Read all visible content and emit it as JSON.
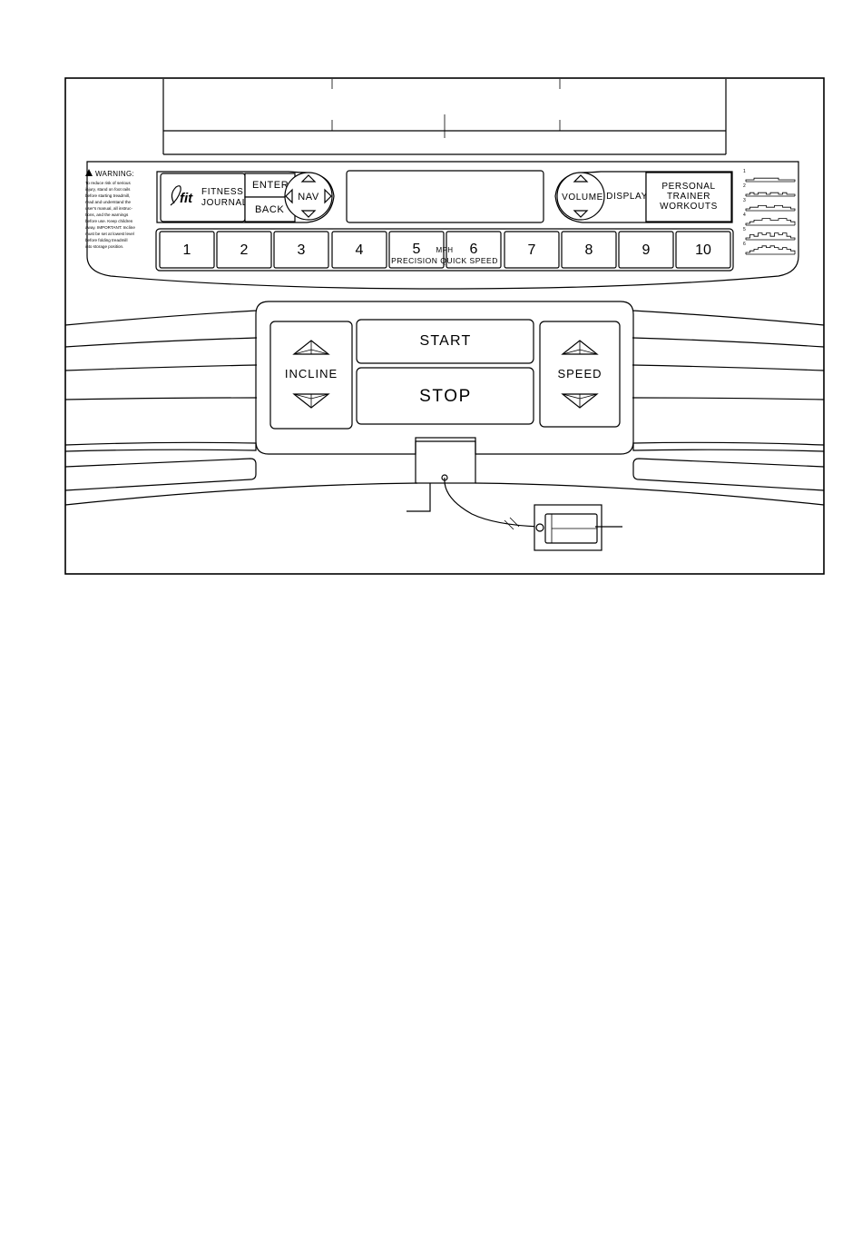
{
  "console": {
    "warning": {
      "title": "WARNING:",
      "lines": [
        "To reduce risk of serious",
        "injury, stand on foot rails",
        "before starting treadmill,",
        "read and understand the",
        "user's manual, all instruc-",
        "tions, and the warnings",
        "before use. Keep children",
        "away. IMPORTANT: Incline",
        "must be set at lowest level",
        "before folding treadmill",
        "into storage position."
      ]
    },
    "ifit": {
      "logo": "fit",
      "label_line1": "FITNESS",
      "label_line2": "JOURNAL"
    },
    "enter_label": "ENTER",
    "back_label": "BACK",
    "nav_label": "NAV",
    "volume_label": "VOLUME",
    "display_label": "DISPLAY",
    "personal_trainer": {
      "line1": "PERSONAL",
      "line2": "TRAINER",
      "line3": "WORKOUTS"
    },
    "quick_speed_buttons": [
      "1",
      "2",
      "3",
      "4",
      "5",
      "6",
      "7",
      "8",
      "9",
      "10"
    ],
    "mph_label": "MPH",
    "precision_label": "PRECISION QUICK SPEED",
    "workout_profile_numbers": [
      "1",
      "2",
      "3",
      "4",
      "5",
      "6"
    ]
  },
  "lower_console": {
    "start_label": "START",
    "stop_label": "STOP",
    "incline_label": "INCLINE",
    "speed_label": "SPEED"
  }
}
